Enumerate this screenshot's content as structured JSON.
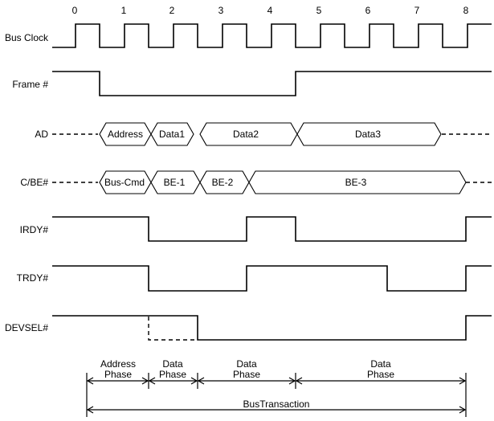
{
  "cycles": [
    "0",
    "1",
    "2",
    "3",
    "4",
    "5",
    "6",
    "7",
    "8"
  ],
  "signals": {
    "bus_clock": "Bus Clock",
    "frame": "Frame #",
    "ad": "AD",
    "cbe": "C/BE#",
    "irdy": "IRDY#",
    "trdy": "TRDY#",
    "devsel": "DEVSEL#"
  },
  "ad_segments": [
    "Address",
    "Data1",
    "Data2",
    "Data3"
  ],
  "cbe_segments": [
    "Bus-Cmd",
    "BE-1",
    "BE-2",
    "BE-3"
  ],
  "phases": [
    {
      "line1": "Address",
      "line2": "Phase"
    },
    {
      "line1": "Data",
      "line2": "Phase"
    },
    {
      "line1": "Data",
      "line2": "Phase"
    },
    {
      "line1": "Data",
      "line2": "Phase"
    }
  ],
  "transaction_label": "BusTransaction"
}
